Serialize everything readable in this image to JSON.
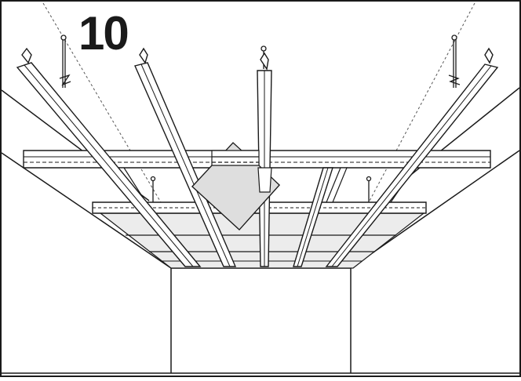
{
  "figure": {
    "step_number": "10",
    "colors": {
      "line": "#1a1a1a",
      "background": "#ffffff",
      "ceiling_panel": "#ececec",
      "dashed_guide": "#555555"
    },
    "components": [
      "room-outline",
      "main-runner",
      "cross-tee",
      "hanger-wire",
      "ceiling-tile"
    ]
  }
}
